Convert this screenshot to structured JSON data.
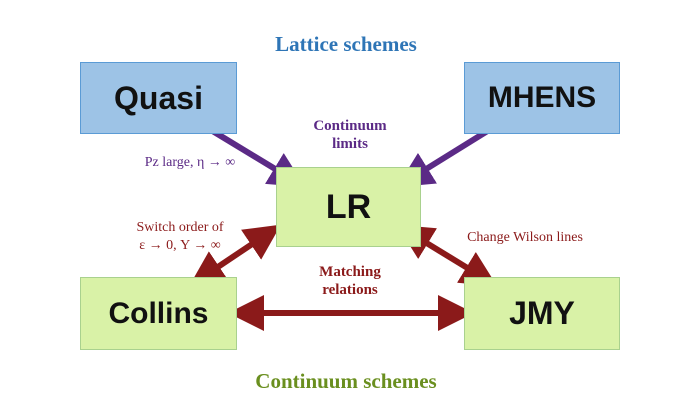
{
  "titles": {
    "top": "Lattice schemes",
    "bottom": "Continuum schemes"
  },
  "boxes": {
    "quasi": "Quasi",
    "mhens": "MHENS",
    "lr": "LR",
    "collins": "Collins",
    "jmy": "JMY"
  },
  "labels": {
    "continuum_limits_line1": "Continuum",
    "continuum_limits_line2": "limits",
    "pz_condition": "Pz large, η → ∞",
    "switch_order_line1": "Switch order of",
    "switch_order_line2": "ε → 0, Y → ∞",
    "change_wilson": "Change Wilson lines",
    "matching_line1": "Matching",
    "matching_line2": "relations"
  },
  "colors": {
    "lattice_title": "#2e75b6",
    "continuum_title": "#6a8f1f",
    "lattice_box": "#9dc3e6",
    "continuum_box": "#d9f2a7",
    "limit_arrow": "#5b2a86",
    "relation_arrow": "#8b1a1a"
  }
}
